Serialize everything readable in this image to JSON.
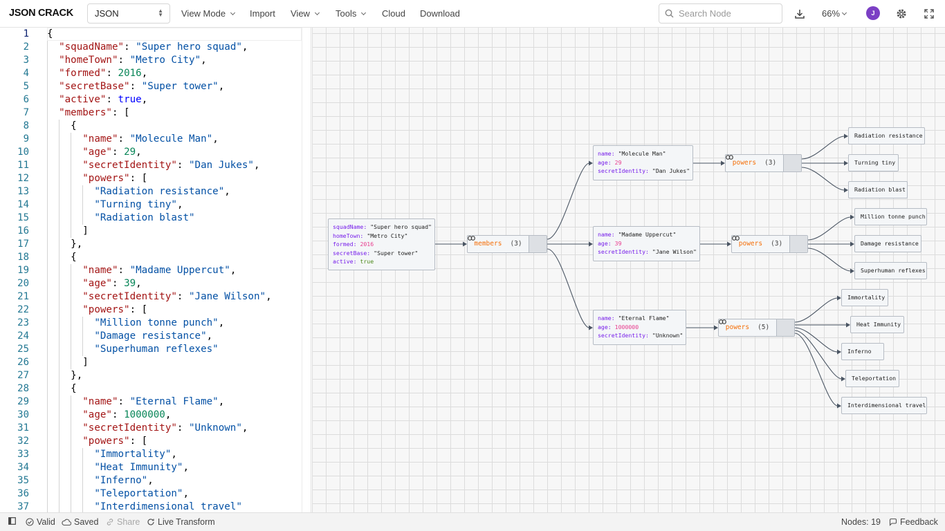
{
  "app": {
    "brand": "JSON CRACK",
    "format": "JSON",
    "menu": [
      "View Mode",
      "Import",
      "View",
      "Tools",
      "Cloud",
      "Download"
    ],
    "search_placeholder": "Search Node",
    "zoom": "66%",
    "avatar_initial": "J"
  },
  "editor": {
    "lines": [
      "{",
      "  \"squadName\": \"Super hero squad\",",
      "  \"homeTown\": \"Metro City\",",
      "  \"formed\": 2016,",
      "  \"secretBase\": \"Super tower\",",
      "  \"active\": true,",
      "  \"members\": [",
      "    {",
      "      \"name\": \"Molecule Man\",",
      "      \"age\": 29,",
      "      \"secretIdentity\": \"Dan Jukes\",",
      "      \"powers\": [",
      "        \"Radiation resistance\",",
      "        \"Turning tiny\",",
      "        \"Radiation blast\"",
      "      ]",
      "    },",
      "    {",
      "      \"name\": \"Madame Uppercut\",",
      "      \"age\": 39,",
      "      \"secretIdentity\": \"Jane Wilson\",",
      "      \"powers\": [",
      "        \"Million tonne punch\",",
      "        \"Damage resistance\",",
      "        \"Superhuman reflexes\"",
      "      ]",
      "    },",
      "    {",
      "      \"name\": \"Eternal Flame\",",
      "      \"age\": 1000000,",
      "      \"secretIdentity\": \"Unknown\",",
      "      \"powers\": [",
      "        \"Immortality\",",
      "        \"Heat Immunity\",",
      "        \"Inferno\",",
      "        \"Teleportation\",",
      "        \"Interdimensional travel\""
    ]
  },
  "graph": {
    "root": [
      {
        "key": "squadName",
        "value": "\"Super hero squad\"",
        "type": "string"
      },
      {
        "key": "homeTown",
        "value": "\"Metro City\"",
        "type": "string"
      },
      {
        "key": "formed",
        "value": "2016",
        "type": "number"
      },
      {
        "key": "secretBase",
        "value": "\"Super tower\"",
        "type": "string"
      },
      {
        "key": "active",
        "value": "true",
        "type": "boolean"
      }
    ],
    "members": {
      "label": "members",
      "count": "(3)"
    },
    "member_nodes": [
      {
        "rows": [
          {
            "key": "name",
            "value": "\"Molecule Man\"",
            "type": "string"
          },
          {
            "key": "age",
            "value": "29",
            "type": "number"
          },
          {
            "key": "secretIdentity",
            "value": "\"Dan Jukes\"",
            "type": "string"
          }
        ],
        "powers": {
          "label": "powers",
          "count": "(3)"
        },
        "leaves": [
          "Radiation resistance",
          "Turning tiny",
          "Radiation blast"
        ]
      },
      {
        "rows": [
          {
            "key": "name",
            "value": "\"Madame Uppercut\"",
            "type": "string"
          },
          {
            "key": "age",
            "value": "39",
            "type": "number"
          },
          {
            "key": "secretIdentity",
            "value": "\"Jane Wilson\"",
            "type": "string"
          }
        ],
        "powers": {
          "label": "powers",
          "count": "(3)"
        },
        "leaves": [
          "Million tonne punch",
          "Damage resistance",
          "Superhuman reflexes"
        ]
      },
      {
        "rows": [
          {
            "key": "name",
            "value": "\"Eternal Flame\"",
            "type": "string"
          },
          {
            "key": "age",
            "value": "1000000",
            "type": "number"
          },
          {
            "key": "secretIdentity",
            "value": "\"Unknown\"",
            "type": "string"
          }
        ],
        "powers": {
          "label": "powers",
          "count": "(5)"
        },
        "leaves": [
          "Immortality",
          "Heat Immunity",
          "Inferno",
          "Teleportation",
          "Interdimensional travel"
        ]
      }
    ]
  },
  "status": {
    "valid": "Valid",
    "saved": "Saved",
    "share": "Share",
    "live_transform": "Live Transform",
    "nodes": "Nodes: 19",
    "feedback": "Feedback"
  },
  "colors": {
    "key": "#761cea",
    "number": "#e83b8d",
    "boolean": "#4d8a1b",
    "collection_name": "#f5700a",
    "avatar": "#7b3fc4"
  }
}
